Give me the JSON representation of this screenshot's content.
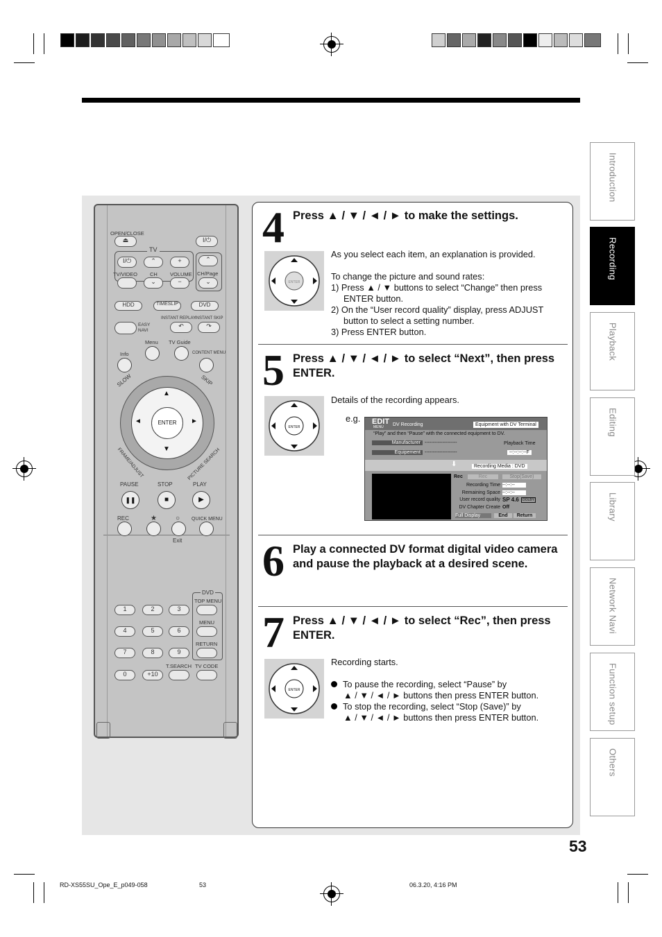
{
  "page": {
    "number": "53",
    "footer_file": "RD-XS55SU_Ope_E_p049-058",
    "footer_page": "53",
    "footer_date": "06.3.20, 4:16 PM"
  },
  "side_tabs": [
    {
      "label": "Introduction",
      "active": false
    },
    {
      "label": "Recording",
      "active": true
    },
    {
      "label": "Playback",
      "active": false
    },
    {
      "label": "Editing",
      "active": false
    },
    {
      "label": "Library",
      "active": false
    },
    {
      "label": "Network Navi",
      "active": false
    },
    {
      "label": "Function setup",
      "active": false
    },
    {
      "label": "Others",
      "active": false
    }
  ],
  "steps": {
    "s4": {
      "number": "4",
      "heading": "Press ▲ / ▼ / ◄ / ► to make the settings.",
      "lines": [
        {
          "text": "As you select each item, an explanation is provided.",
          "indent": false
        },
        {
          "text": "",
          "indent": false
        },
        {
          "text": "To change the picture and sound rates:",
          "indent": false
        },
        {
          "text": "1)  Press ▲ / ▼ buttons to select “Change” then press",
          "indent": false
        },
        {
          "text": "ENTER button.",
          "indent": true
        },
        {
          "text": "2)  On the “User record quality” display, press ADJUST",
          "indent": false
        },
        {
          "text": "button to select a setting number.",
          "indent": true
        },
        {
          "text": "3)  Press ENTER button.",
          "indent": false
        }
      ]
    },
    "s5": {
      "number": "5",
      "heading": "Press ▲ / ▼ / ◄ / ► to select “Next”, then press ENTER.",
      "details": "Details of the recording appears.",
      "eg": "e.g."
    },
    "s6": {
      "number": "6",
      "heading": "Play a connected DV format digital video camera and pause the playback at a desired scene."
    },
    "s7": {
      "number": "7",
      "heading": "Press ▲ / ▼ / ◄ / ► to select “Rec”, then press ENTER.",
      "intro": "Recording starts.",
      "bullets": [
        {
          "l1": "To pause the recording, select “Pause” by",
          "l2": "▲ / ▼ / ◄ / ► buttons then press ENTER button."
        },
        {
          "l1": "To stop the recording, select “Stop (Save)” by",
          "l2": "▲ / ▼ / ◄ / ► buttons then press ENTER button."
        }
      ]
    }
  },
  "dpad_label": "ENTER",
  "screen": {
    "edit": "EDIT",
    "menu": "MENU",
    "title": "DV Recording",
    "equipment_tag": "Equipment with DV Terminal",
    "instruction": "“Play” and then “Pause” with the connected equipment to DV.",
    "manufacturer_label": "Manufacturer",
    "manufacturer_value": "--------------------",
    "equipment_label": "Equipement",
    "equipment_value": "--------------------",
    "playback_time_label": "Playback Time",
    "playback_time_value": "--:--:--:--F",
    "media": "Recording Media : DVD",
    "rec": "Rec",
    "rec_btn": "Rec",
    "stop_btn": "Stop(Save)",
    "recording_time_label": "Recording Time",
    "recording_time_value": "--:--:--",
    "remaining_label": "Remaining Space",
    "remaining_value": "--:--:--",
    "quality_label": "User record quality",
    "quality_value": "SP 4.6",
    "quality_extra": "DOLBY",
    "chapter_label": "DV Chapter Create",
    "chapter_value": "Off",
    "full_display": "Full Display",
    "end": "End",
    "return": "Return"
  },
  "remote": {
    "open_close": "OPEN/CLOSE",
    "tv": "TV",
    "tv_video": "TV/VIDEO",
    "ch": "CH",
    "volume": "VOLUME",
    "ch_page": "CH/Page",
    "hdd": "HDD",
    "timeslip": "TIMESLIP",
    "dvd": "DVD",
    "instant_replay": "INSTANT REPLAY",
    "instant_skip": "INSTANT SKIP",
    "easy_navi_1": "EASY",
    "easy_navi_2": "NAVI",
    "menu": "Menu",
    "tv_guide": "TV Guide",
    "info": "Info",
    "content_menu": "CONTENT MENU",
    "slow": "SLOW",
    "skip": "SKIP",
    "enter": "ENTER",
    "frame_adjust": "FRAME/ADJUST",
    "picture_search": "PICTURE SEARCH",
    "pause": "PAUSE",
    "stop": "STOP",
    "play": "PLAY",
    "rec": "REC",
    "quick_menu": "QUICK MENU",
    "exit": "Exit",
    "dvd_label": "DVD",
    "top_menu": "TOP MENU",
    "menu2": "MENU",
    "return": "RETURN",
    "t_search": "T.SEARCH",
    "tv_code": "TV CODE",
    "keys": [
      "1",
      "2",
      "3",
      "4",
      "5",
      "6",
      "7",
      "8",
      "9",
      "0",
      "+10"
    ]
  }
}
